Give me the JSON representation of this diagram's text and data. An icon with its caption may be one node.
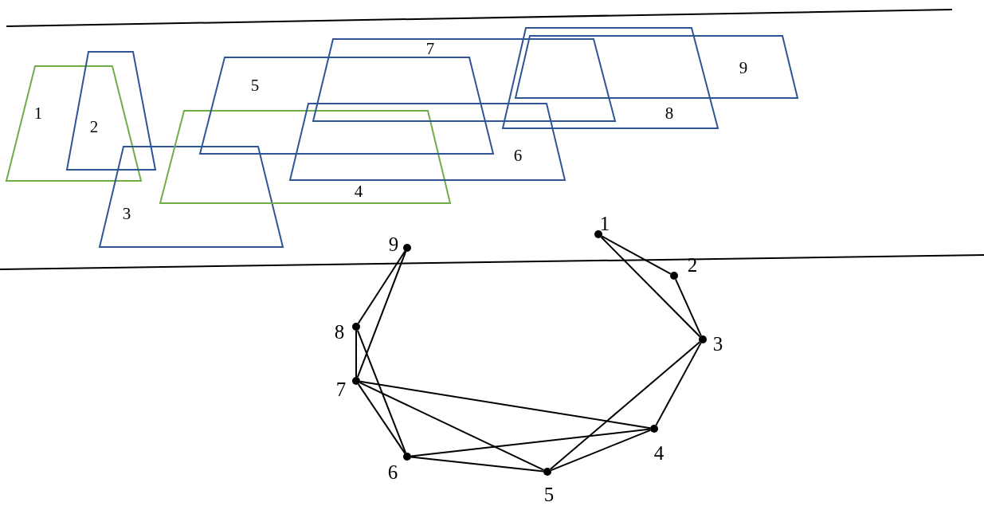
{
  "diagram": {
    "nodes": [
      {
        "text": [
          "1"
        ]
      },
      {
        "text": [
          "2"
        ]
      },
      {
        "text": [
          "3"
        ]
      },
      {
        "text": [
          "4"
        ]
      },
      {
        "text": [
          "5"
        ]
      },
      {
        "text": [
          "6"
        ]
      },
      {
        "text": [
          "7"
        ]
      },
      {
        "text": [
          "8"
        ]
      },
      {
        "text": [
          "9"
        ]
      },
      {
        "text": [],
        "shape": "circle",
        "beside": [
          "1"
        ]
      },
      {
        "text": [],
        "shape": "circle",
        "beside": [
          "2"
        ]
      },
      {
        "text": [],
        "shape": "circle",
        "beside": [
          "3"
        ]
      },
      {
        "text": [],
        "shape": "circle",
        "beside": [
          "4"
        ]
      },
      {
        "text": [],
        "shape": "circle",
        "beside": [
          "5"
        ]
      },
      {
        "text": [],
        "shape": "circle",
        "beside": [
          "6"
        ]
      },
      {
        "text": [],
        "shape": "circle",
        "beside": [
          "7"
        ]
      },
      {
        "text": [],
        "shape": "circle",
        "beside": [
          "8"
        ]
      },
      {
        "text": [],
        "shape": "circle",
        "beside": [
          "9"
        ]
      }
    ],
    "edges": [
      {
        "from": 9,
        "to": 10,
        "arrow": "none"
      },
      {
        "from": 9,
        "to": 11,
        "arrow": "none"
      },
      {
        "from": 10,
        "to": 11,
        "arrow": "none"
      },
      {
        "from": 11,
        "to": 12,
        "arrow": "none"
      },
      {
        "from": 11,
        "to": 13,
        "arrow": "none"
      },
      {
        "from": 12,
        "to": 13,
        "arrow": "none"
      },
      {
        "from": 12,
        "to": 14,
        "arrow": "none"
      },
      {
        "from": 12,
        "to": 15,
        "arrow": "none"
      },
      {
        "from": 13,
        "to": 14,
        "arrow": "none"
      },
      {
        "from": 13,
        "to": 15,
        "arrow": "none"
      },
      {
        "from": 14,
        "to": 15,
        "arrow": "none"
      },
      {
        "from": 14,
        "to": 16,
        "arrow": "none"
      },
      {
        "from": 15,
        "to": 16,
        "arrow": "none"
      },
      {
        "from": 15,
        "to": 17,
        "arrow": "none"
      },
      {
        "from": 16,
        "to": 17,
        "arrow": "none"
      }
    ]
  }
}
